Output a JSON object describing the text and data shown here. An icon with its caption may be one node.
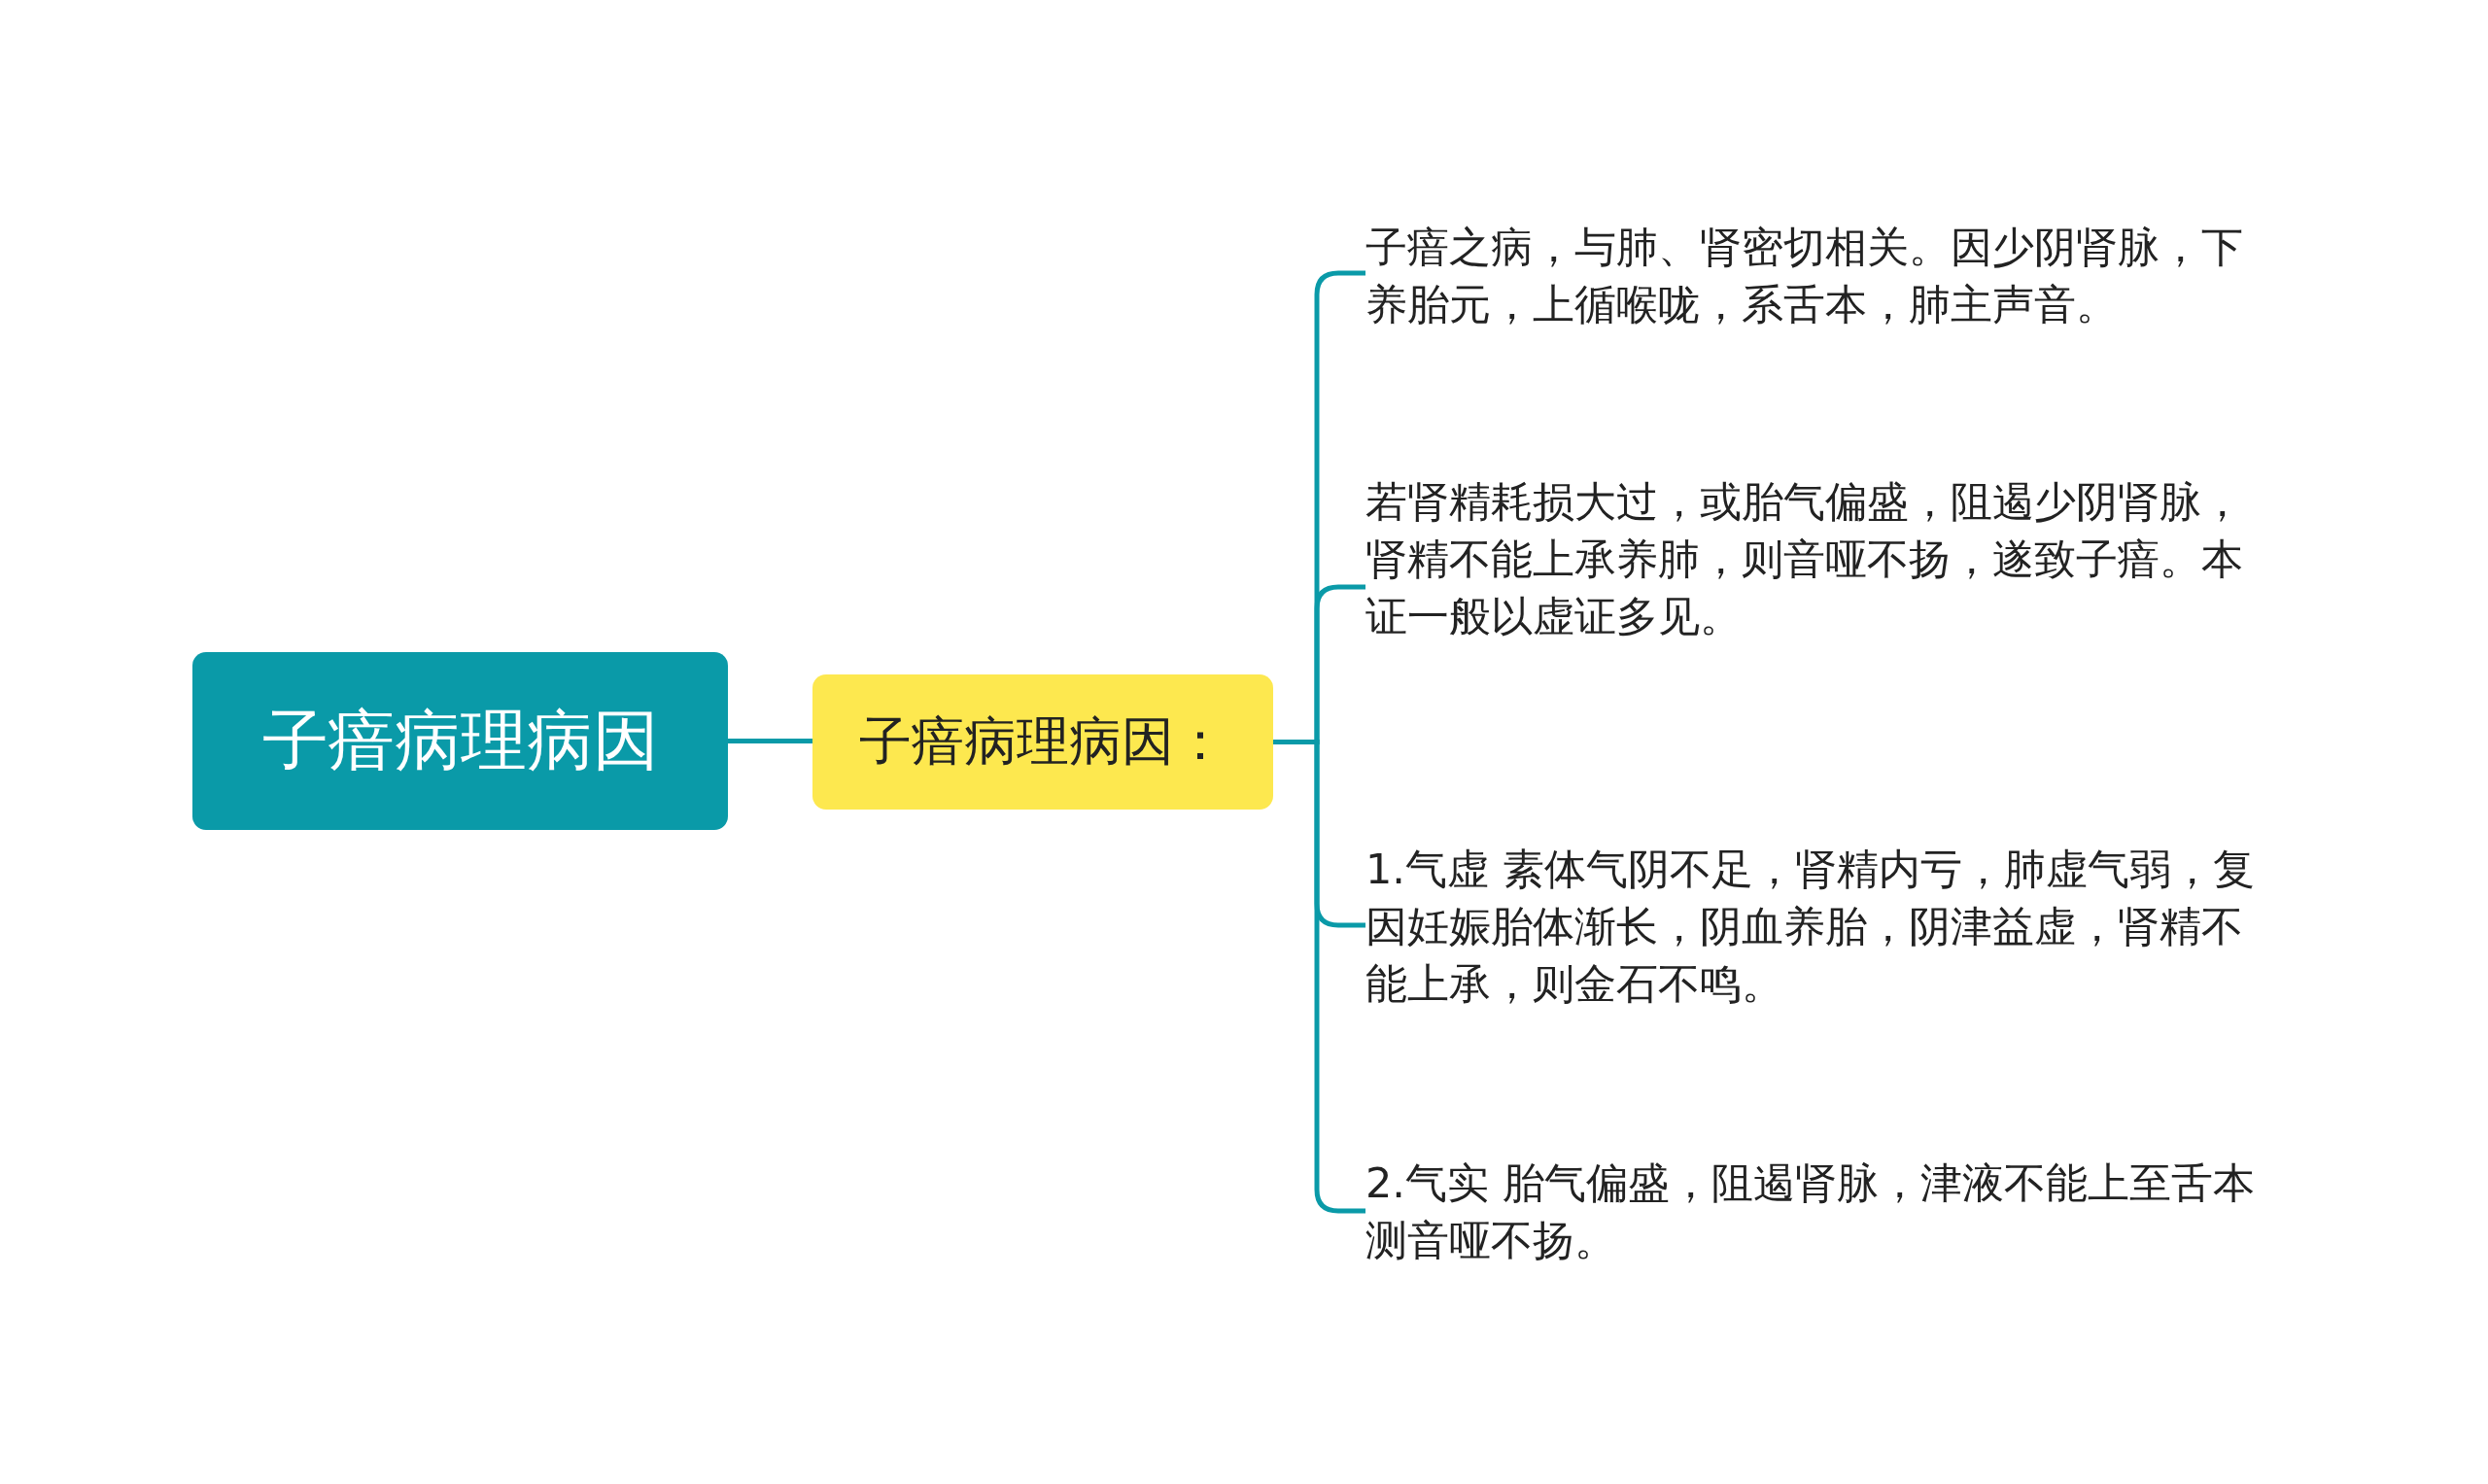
{
  "diagram": {
    "nodes": [
      {
        "text": [
          "子瘖病理病因"
        ]
      },
      {
        "text": [
          "子瘖病理病因："
        ]
      },
      {
        "text": [
          "子瘖之病，与肺、肾密切相关。因少阴肾脉，下养胎元，上循喉咙，系舌本，肺主声音。"
        ]
      },
      {
        "text": [
          "若肾精耗损大过，或胎气偏盛，阻遏少阴肾脉，肾精不能上承养肺，则音哑不扬，遂致子瘖。本证一般以虚证多见。"
        ]
      },
      {
        "text": [
          "1.气虚 素体气阴不足，肾精内亏，肺虚气弱，复因妊娠胎体渐长，阴血养胎，阴津益虚，肾精不能上承，则金石不鸣。"
        ]
      },
      {
        "text": [
          "2.气实 胎气偏盛，阻遏肾脉，津液不能上至舌本测音哑不扬。"
        ]
      }
    ],
    "edges": [
      {
        "from": 0,
        "to": 1,
        "arrow": "none"
      },
      {
        "from": 1,
        "to": 2,
        "arrow": "none"
      },
      {
        "from": 1,
        "to": 3,
        "arrow": "none"
      },
      {
        "from": 1,
        "to": 4,
        "arrow": "none"
      },
      {
        "from": 1,
        "to": 5,
        "arrow": "none"
      }
    ]
  }
}
